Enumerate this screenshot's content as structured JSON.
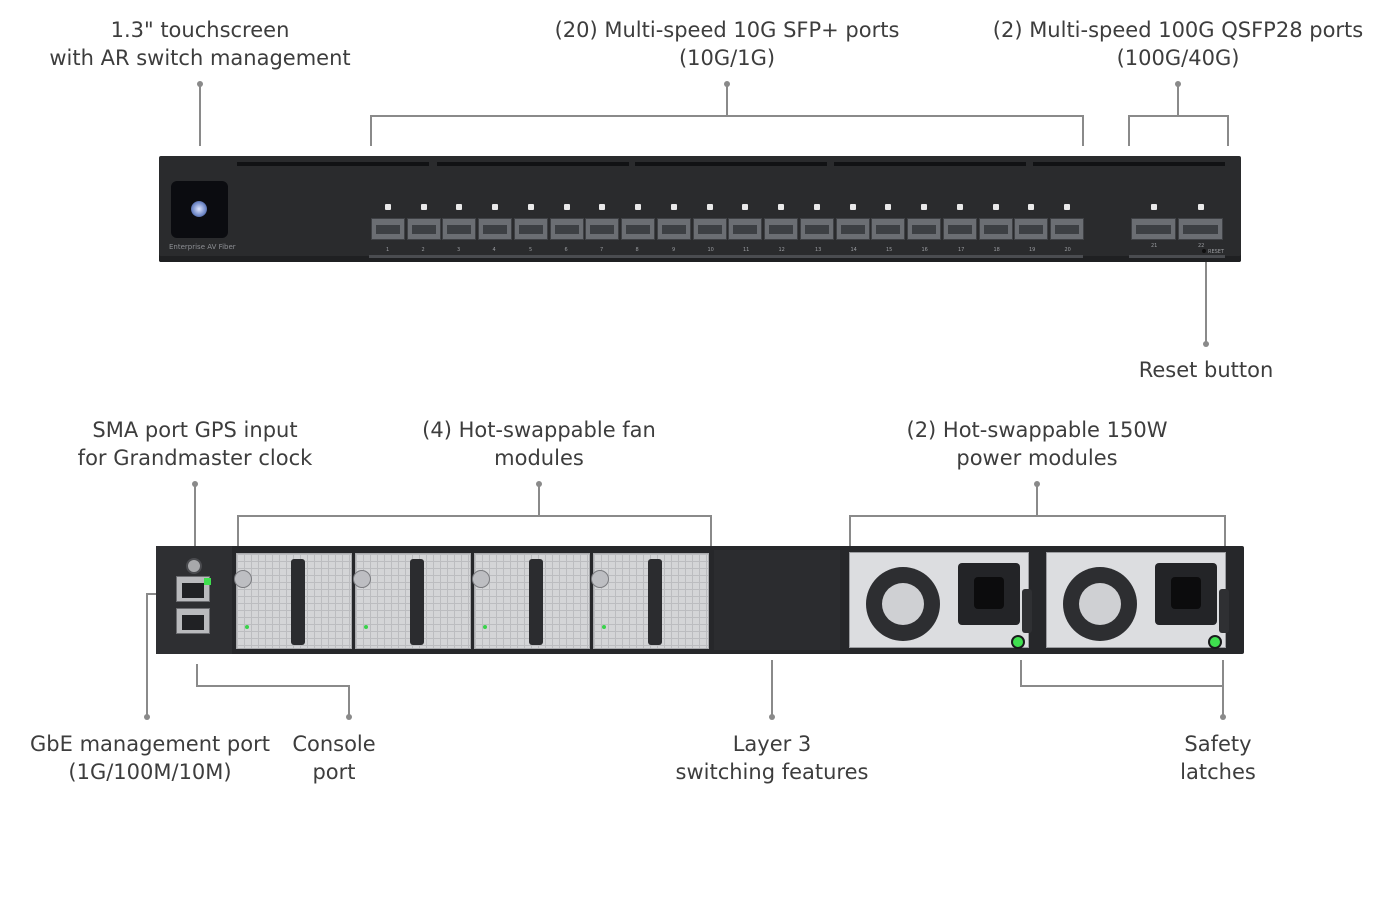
{
  "labels": {
    "touchscreen": [
      "1.3\" touchscreen",
      "with AR switch management"
    ],
    "sfp_ports": [
      "(20) Multi-speed 10G SFP+ ports",
      "(10G/1G)"
    ],
    "qsfp_ports": [
      "(2) Multi-speed 100G QSFP28 ports",
      "(100G/40G)"
    ],
    "reset": [
      "Reset button"
    ],
    "sma": [
      "SMA port GPS input",
      "for Grandmaster clock"
    ],
    "fans": [
      "(4) Hot-swappable fan",
      "modules"
    ],
    "power": [
      "(2) Hot-swappable 150W",
      "power modules"
    ],
    "mgmt": [
      "GbE management port",
      "(1G/100M/10M)"
    ],
    "console": [
      "Console",
      "port"
    ],
    "layer3": [
      "Layer 3",
      "switching features"
    ],
    "latches": [
      "Safety",
      "latches"
    ]
  },
  "front_panel": {
    "brand": "Enterprise AV Fiber",
    "sfp_numbers": [
      "1",
      "2",
      "3",
      "4",
      "5",
      "6",
      "7",
      "8",
      "9",
      "10",
      "11",
      "12",
      "13",
      "14",
      "15",
      "16",
      "17",
      "18",
      "19",
      "20"
    ],
    "qsfp_numbers": [
      "21",
      "22"
    ],
    "reset_text": "RESET"
  },
  "colors": {
    "chassis": "#2a2b2d",
    "leader_line": "#8a8a8a",
    "status_led": "#3fe04f"
  }
}
